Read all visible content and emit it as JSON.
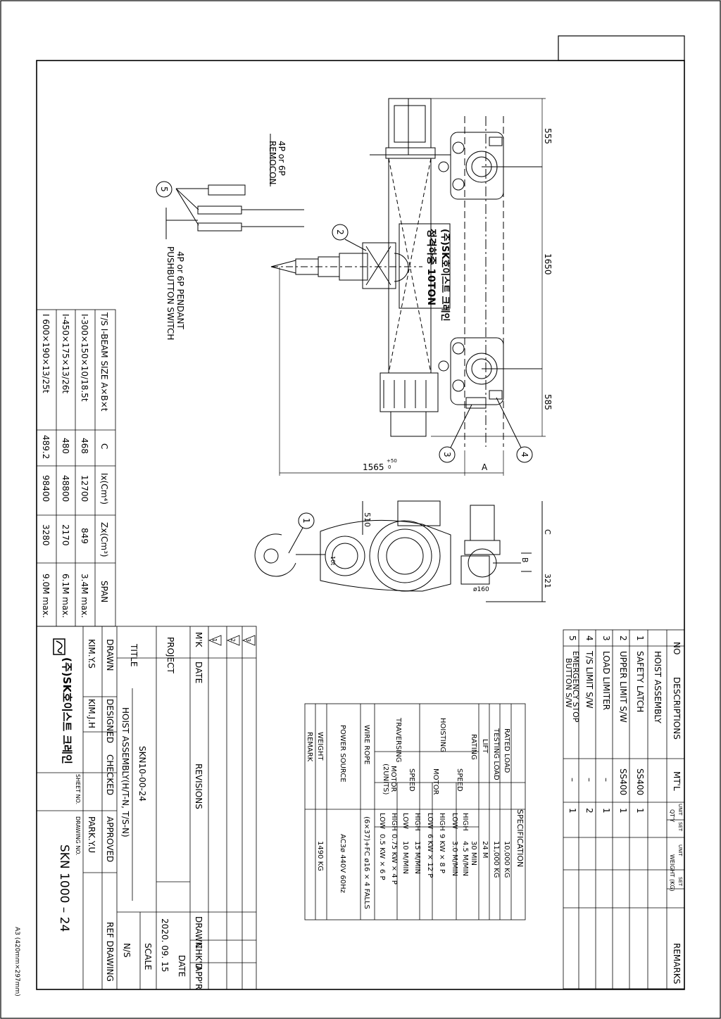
{
  "parts_list": {
    "headers": {
      "no": "NO",
      "descriptions": "DESCRIPTIONS",
      "mtl": "MT'L",
      "qty": "QT'Y",
      "qty_unit": "UNIT",
      "qty_set": "SET",
      "weight": "WEIGHT (KG)",
      "weight_unit": "UNIT",
      "weight_set": "SET",
      "remarks": "REMARKS"
    },
    "rows": [
      {
        "no": "",
        "desc": "HOIST ASSEMBLY",
        "desc2": "",
        "mtl": "",
        "unit": ""
      },
      {
        "no": "1",
        "desc": "SAFETY LATCH",
        "desc2": "",
        "mtl": "SS400",
        "unit": "1"
      },
      {
        "no": "2",
        "desc": "UPPER LIMIT S/W",
        "desc2": "",
        "mtl": "SS400",
        "unit": "1"
      },
      {
        "no": "3",
        "desc": "LOAD LIMITER",
        "desc2": "",
        "mtl": "–",
        "unit": "1"
      },
      {
        "no": "4",
        "desc": "T/S LIMIT S/W",
        "desc2": "",
        "mtl": "–",
        "unit": "2"
      },
      {
        "no": "5",
        "desc": "EMERGENCY STOP",
        "desc2": "BUTTON S/W",
        "mtl": "–",
        "unit": "1"
      }
    ]
  },
  "spec": {
    "title": "SPECIFICATION",
    "rated_load": {
      "label": "RATED  LOAD",
      "value": "10,000  KG"
    },
    "testing_load": {
      "label": "TESTING  LOAD",
      "value": "11,000  KG"
    },
    "lift": {
      "label": "LIFT",
      "value": "24   M"
    },
    "rating": {
      "label": "RATING",
      "value": "30   MIN"
    },
    "hoisting": {
      "label": "HOISTING",
      "speed_label": "SPEED",
      "motor_label": "MOTOR",
      "speed": [
        {
          "k": "HIGH",
          "v": "4.5   M/MIN"
        },
        {
          "k": "LOW",
          "v": "3.0   M/MIN"
        }
      ],
      "motor": [
        {
          "k": "HIGH",
          "v": "9  KW × 8 P"
        },
        {
          "k": "LOW",
          "v": "6  KW × 12 P"
        }
      ]
    },
    "traversing": {
      "label": "TRAVERSING",
      "speed_label": "SPEED",
      "motor_label": "MOTOR",
      "motor_label2": "(2UNITS)",
      "speed": [
        {
          "k": "HIGH",
          "v": "15   M/MIN"
        },
        {
          "k": "LOW",
          "v": "10   M/MIN"
        }
      ],
      "motor": [
        {
          "k": "HIGH",
          "v": "0.75  KW × 4 P"
        },
        {
          "k": "LOW",
          "v": "0.5  KW × 6 P"
        }
      ]
    },
    "wire_rope": {
      "label": "WIRE ROPE",
      "value": "(6×37)+FC  ø16 × 4 FALLS"
    },
    "power": {
      "label": "POWER SOURCE",
      "value": "AC3ø   440V   60Hz"
    },
    "weight": {
      "label": "WEIGHT",
      "value": "1490   KG"
    },
    "remark": {
      "label": "REMARK",
      "value": ""
    }
  },
  "beam_table": {
    "headers": [
      "T/S I-BEAM SIZE  A×B×t",
      "C",
      "Ix(Cm⁴)",
      "Zx(Cm³)",
      "SPAN"
    ],
    "rows": [
      [
        "I-300×150×10/18.5t",
        "468",
        "12700",
        "849",
        "3.4M max."
      ],
      [
        "I-450×175×13/26t",
        "480",
        "48800",
        "2170",
        "6.1M max."
      ],
      [
        "I 600×190×13/25t",
        "489.2",
        "98400",
        "3280",
        "9.0M max."
      ]
    ]
  },
  "title_block": {
    "mk": "M'K",
    "date": "DATE",
    "revisions": "REVISIONS",
    "drawn_h": "DRAWN",
    "chkd_h": "CHK'D",
    "appr_h": "APP'R",
    "rev_marks": [
      "1",
      "2",
      "3"
    ],
    "project": "PROJECT",
    "title_label": "TITLE",
    "title_line1": "SKN10-00-24",
    "title_line2": "HOIST ASSEMBLY(H/T-N, T/S-N)",
    "date_label": "DATE",
    "date_value": "2020. 09. 15",
    "scale_label": "SCALE",
    "scale_value": "N/S",
    "drawn": "DRAWN",
    "designed": "DESIGNED",
    "checked": "CHECKED",
    "approved": "APPROVED",
    "ref": "REF DRAWING",
    "drawn_by": "KIM.Y.S",
    "designed_by": "KIM.J.H",
    "checked_by": "",
    "approved_by": "PARK.Y.U",
    "sheet_no": "SHEET NO.",
    "drawing_no_label": "DRAWING NO.",
    "drawing_no": "SKN 1000 – 24",
    "company": "(주)SK호이스트 크레인",
    "paper": "A3 (420mm×297mm)"
  },
  "drawing": {
    "dims": {
      "top": "555",
      "mid": "1650",
      "bot": "585",
      "length": "1565",
      "tol": "+50",
      "tol0": "0",
      "a": "A",
      "c": "C",
      "b": "B",
      "d510": "510",
      "d321": "321",
      "phi160": "ø160"
    },
    "remocon": "4P or 6P",
    "remocon2": "REMOCON",
    "pendant": "4P or 6P PENDANT",
    "pendant2": "PUSHBUTTON SWITCH",
    "balloons": [
      "1",
      "2",
      "3",
      "4",
      "5"
    ],
    "plate1": "(주)SK호이스트 크레인",
    "plate2": "정격하중 10TON",
    "hook": "10t"
  }
}
